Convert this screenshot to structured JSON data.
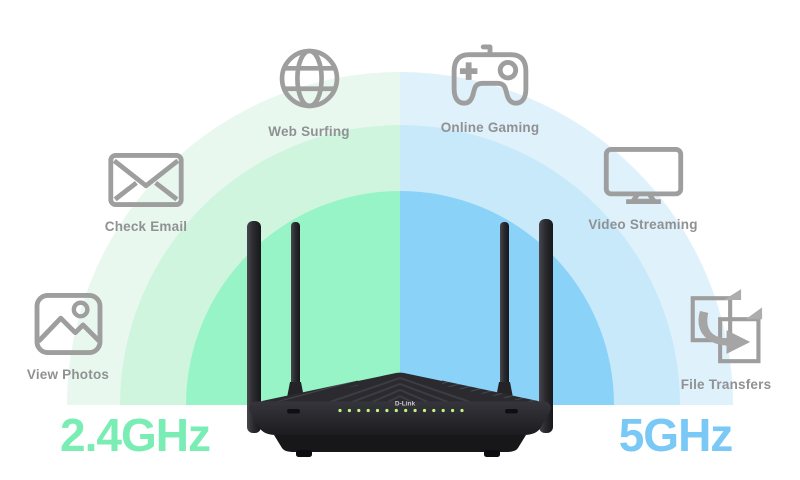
{
  "diagram": {
    "description": "Dual-band router coverage graphic",
    "background": "#ffffff"
  },
  "bands": {
    "left": {
      "label": "2.4GHz",
      "text_color": "#79EDB4",
      "ring_colors": [
        "#E9F8EF",
        "#CFF5DF",
        "#97F4C6"
      ]
    },
    "right": {
      "label": "5GHz",
      "text_color": "#79C8F6",
      "ring_colors": [
        "#DFF1FB",
        "#C7E9FA",
        "#8AD2F8"
      ]
    }
  },
  "features": [
    {
      "id": "web-surfing",
      "label": "Web Surfing",
      "icon": "globe-icon",
      "band": "2.4GHz"
    },
    {
      "id": "online-gaming",
      "label": "Online Gaming",
      "icon": "gamepad-icon",
      "band": "5GHz"
    },
    {
      "id": "check-email",
      "label": "Check Email",
      "icon": "envelope-icon",
      "band": "2.4GHz"
    },
    {
      "id": "video-streaming",
      "label": "Video Streaming",
      "icon": "monitor-icon",
      "band": "5GHz"
    },
    {
      "id": "view-photos",
      "label": "View Photos",
      "icon": "photo-icon",
      "band": "2.4GHz"
    },
    {
      "id": "file-transfers",
      "label": "File Transfers",
      "icon": "file-transfer-icon",
      "band": "5GHz"
    }
  ],
  "router": {
    "brand": "D-Link",
    "antenna_count": 4,
    "led_count": 14,
    "led_color": "#C6F77A"
  },
  "icon_stroke_color": "#9E9E9E",
  "feature_label_color": "#8F9193"
}
